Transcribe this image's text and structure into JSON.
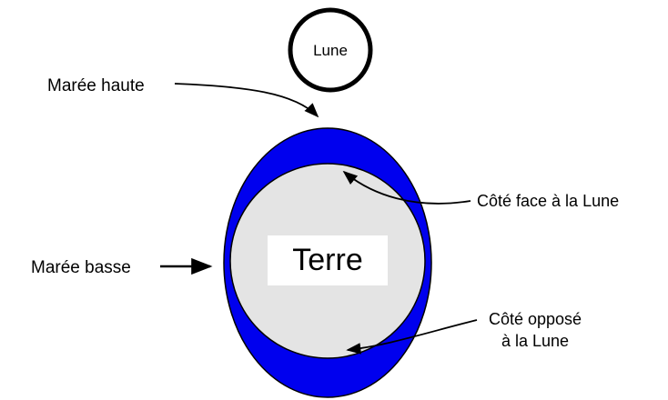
{
  "diagram": {
    "labels": {
      "moon": "Lune",
      "earth": "Terre",
      "high_tide": "Marée haute",
      "low_tide": "Marée basse",
      "side_facing_moon": "Côté face à la Lune",
      "side_opposite_line1": "Côté opposé",
      "side_opposite_line2": "à la Lune"
    },
    "colors": {
      "water": "#0000ee",
      "earth_fill": "#e4e4e4",
      "outline": "#000000",
      "background": "#ffffff"
    }
  }
}
